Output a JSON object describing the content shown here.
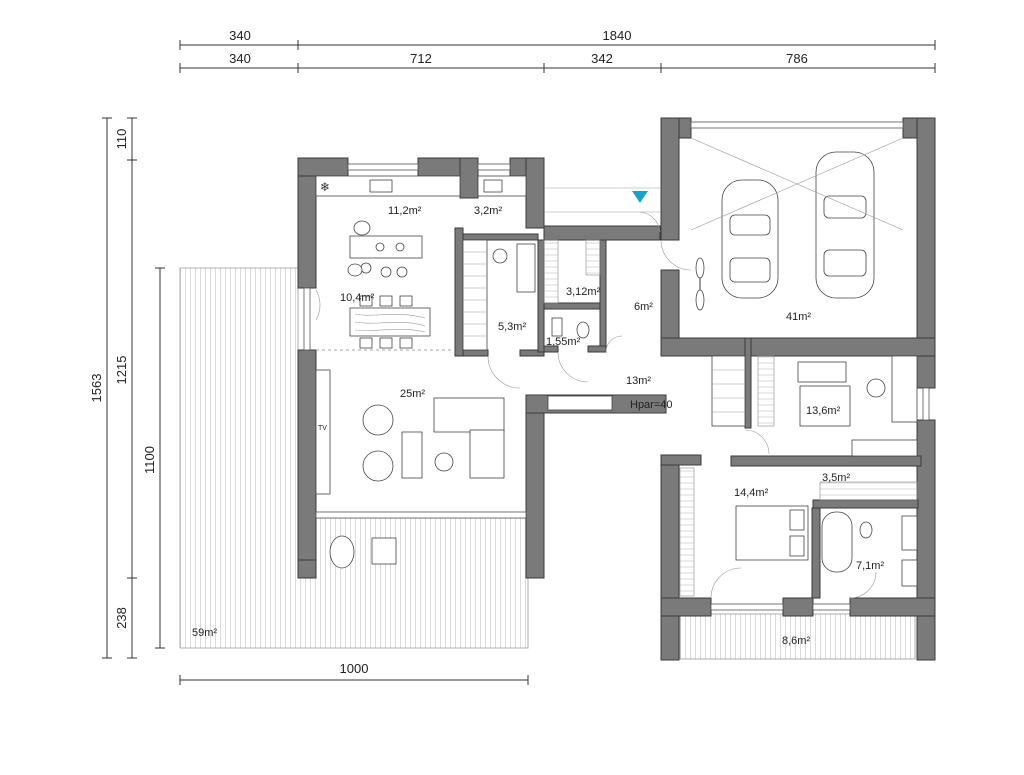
{
  "dimensions": {
    "top_total_a": "340",
    "top_total_b": "1840",
    "top_1": "340",
    "top_2": "712",
    "top_3": "342",
    "top_4": "786",
    "left_total": "1563",
    "left_1": "110",
    "left_2": "1215",
    "left_3": "238",
    "left_inner": "1100",
    "bottom": "1000"
  },
  "rooms": {
    "kitchen": "11,2m²",
    "pantry": "3,2m²",
    "dining": "10,4m²",
    "bath_small": "5,3m²",
    "wardrobe": "3,12m²",
    "wc": "1,55m²",
    "hall_entry": "6m²",
    "garage": "41m²",
    "living": "25m²",
    "corridor": "13m²",
    "hpar": "Hpar=40",
    "study": "13,6m²",
    "bedroom": "14,4m²",
    "dressing": "3,5m²",
    "bathroom": "7,1m²",
    "balcony": "8,6m²",
    "terrace": "59m²",
    "tv": "TV"
  },
  "colors": {
    "wall": "#7a7a7a",
    "entry_marker": "#1aa3c8"
  },
  "icons": [
    "snowflake-icon",
    "car-icon",
    "bicycle-icon",
    "bed-icon",
    "bathtub-icon",
    "toilet-icon",
    "entry-arrow-icon"
  ]
}
